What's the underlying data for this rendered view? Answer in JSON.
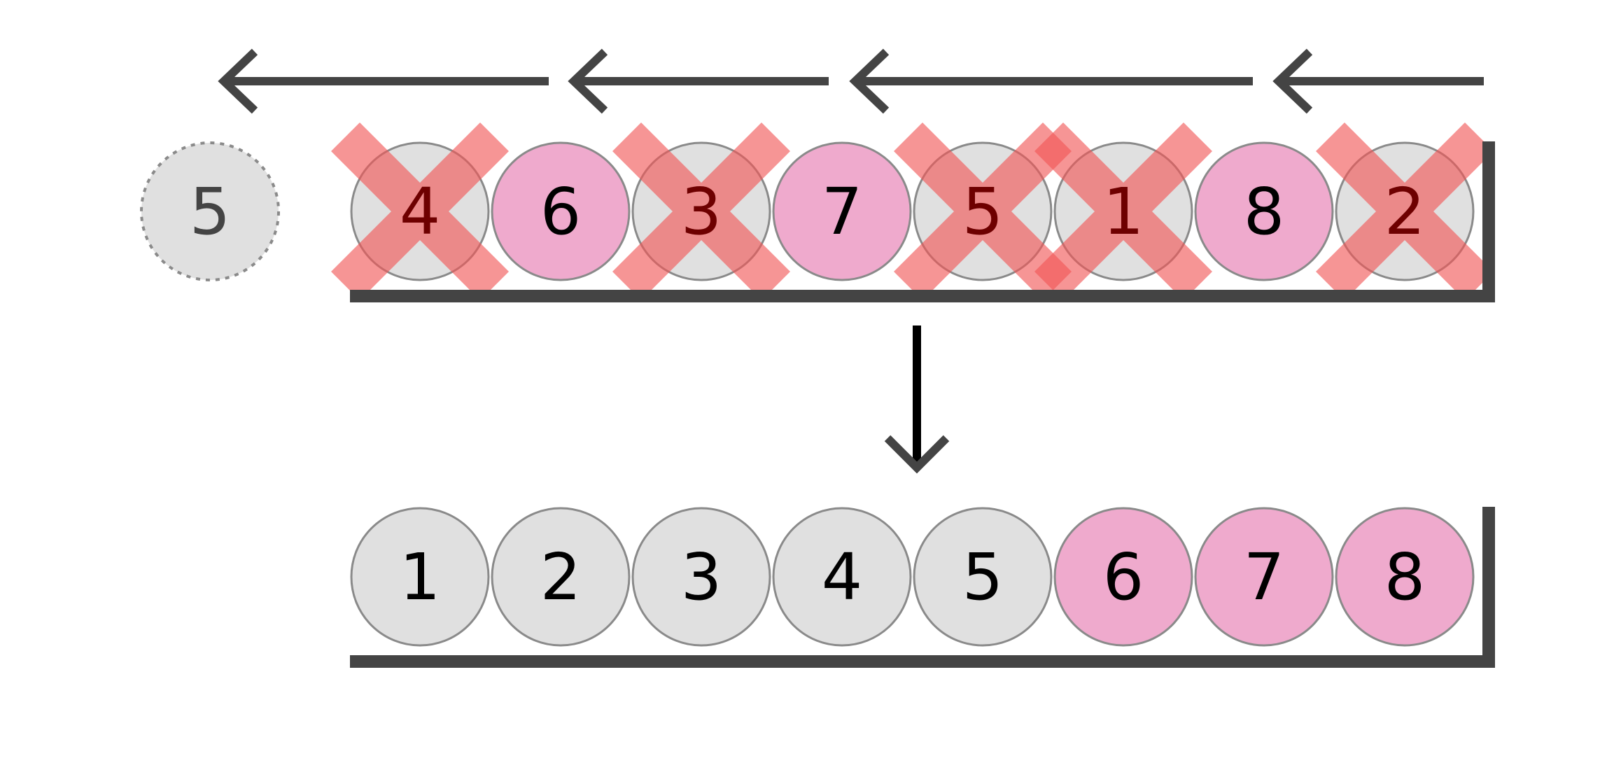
{
  "colors": {
    "ball_fill_gray": "#e0e0e0",
    "ball_fill_pink": "#efaacd",
    "ball_stroke": "#8a8a8a",
    "cross_color": "#f25555",
    "crossed_text": "#6e0000",
    "ink": "#444444",
    "label": "#000000"
  },
  "pivot": {
    "label": "5",
    "style": "dashed-outline"
  },
  "top_row": {
    "balls": [
      {
        "label": "4",
        "fill": "gray",
        "crossed": true
      },
      {
        "label": "6",
        "fill": "pink",
        "crossed": false
      },
      {
        "label": "3",
        "fill": "gray",
        "crossed": true
      },
      {
        "label": "7",
        "fill": "pink",
        "crossed": false
      },
      {
        "label": "5",
        "fill": "gray",
        "crossed": true
      },
      {
        "label": "1",
        "fill": "gray",
        "crossed": true
      },
      {
        "label": "8",
        "fill": "pink",
        "crossed": false
      },
      {
        "label": "2",
        "fill": "gray",
        "crossed": true
      }
    ]
  },
  "bottom_row": {
    "balls": [
      {
        "label": "1",
        "fill": "gray",
        "crossed": false
      },
      {
        "label": "2",
        "fill": "gray",
        "crossed": false
      },
      {
        "label": "3",
        "fill": "gray",
        "crossed": false
      },
      {
        "label": "4",
        "fill": "gray",
        "crossed": false
      },
      {
        "label": "5",
        "fill": "gray",
        "crossed": false
      },
      {
        "label": "6",
        "fill": "pink",
        "crossed": false
      },
      {
        "label": "7",
        "fill": "pink",
        "crossed": false
      },
      {
        "label": "8",
        "fill": "pink",
        "crossed": false
      }
    ]
  },
  "arrows": {
    "top_direction": "left",
    "top_segments": 4,
    "middle_direction": "down"
  }
}
